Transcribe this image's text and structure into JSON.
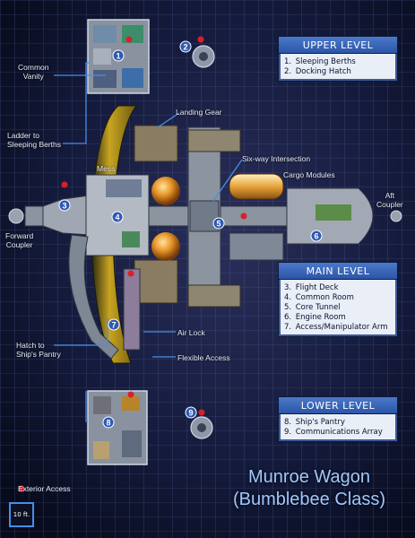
{
  "colors": {
    "grid": "#6b84c6",
    "hull": "#7c8695",
    "yellow": "#d3b22a",
    "blue_accent": "#4a8de8",
    "exterior_dot": "#d8202a",
    "orange_sphere": "#e8962a",
    "green_room": "#5aa66a"
  },
  "labels": {
    "common_vanity": "Common\nVanity",
    "ladder": "Ladder to\nSleeping Berths",
    "landing_gear": "Landing Gear",
    "mess": "Mess",
    "six_way": "Six-way Intersection",
    "cargo_modules": "Cargo Modules",
    "aft_coupler": "Aft\nCoupler",
    "forward_coupler": "Forward\nCoupler",
    "air_lock": "Air Lock",
    "flexible_access": "Flexible Access",
    "hatch_pantry": "Hatch to\nShip's Pantry"
  },
  "legends": {
    "upper": {
      "title": "UPPER LEVEL",
      "items": [
        {
          "num": "1.",
          "text": "Sleeping Berths"
        },
        {
          "num": "2.",
          "text": "Docking Hatch"
        }
      ]
    },
    "main": {
      "title": "MAIN LEVEL",
      "items": [
        {
          "num": "3.",
          "text": "Flight Deck"
        },
        {
          "num": "4.",
          "text": "Common Room"
        },
        {
          "num": "5.",
          "text": "Core Tunnel"
        },
        {
          "num": "6.",
          "text": "Engine Room"
        },
        {
          "num": "7.",
          "text": "Access/Manipulator Arm"
        }
      ]
    },
    "lower": {
      "title": "LOWER LEVEL",
      "items": [
        {
          "num": "8.",
          "text": "Ship's Pantry"
        },
        {
          "num": "9.",
          "text": "Communications Array"
        }
      ]
    }
  },
  "markers": [
    "1",
    "2",
    "3",
    "4",
    "5",
    "6",
    "7",
    "8",
    "9"
  ],
  "title": {
    "line1": "Munroe Wagon",
    "line2": "(Bumblebee Class)"
  },
  "exterior_access": "Exterior Access",
  "scale": "10 ft."
}
